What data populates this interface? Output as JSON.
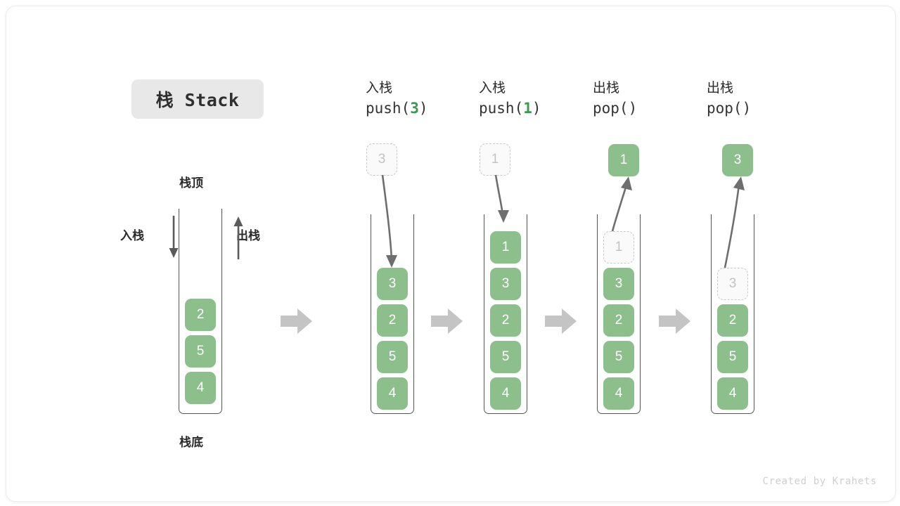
{
  "title_chip": {
    "label": "栈 Stack"
  },
  "labels": {
    "top": "栈顶",
    "bottom": "栈底",
    "push": "入栈",
    "pop": "出栈"
  },
  "credit": "Created by Krahets",
  "colors": {
    "element_fill": "#8cbf8c",
    "element_text": "#ffffff",
    "ghost_fill": "#fafafa",
    "ghost_border": "#c9c9c9",
    "ghost_text": "#c3c3c3",
    "container_border": "#555555",
    "block_arrow": "#c4c4c4",
    "motion_arrow": "#6e6e6e",
    "accent_green": "#38994f",
    "chip_bg": "#e8e8e8",
    "text": "#2b2b2b"
  },
  "steps": [
    {
      "id": "initial",
      "header_cn": "",
      "header_fn": "",
      "header_arg": "",
      "stack": [
        "2",
        "5",
        "4"
      ],
      "ghost_index": -1,
      "floating": null
    },
    {
      "id": "push-3",
      "header_cn": "入栈",
      "header_fn_prefix": "push(",
      "header_arg": "3",
      "header_fn_suffix": ")",
      "stack": [
        "3",
        "2",
        "5",
        "4"
      ],
      "ghost_index": -1,
      "floating": {
        "value": "3",
        "style": "ghost"
      },
      "motion": "down"
    },
    {
      "id": "push-1",
      "header_cn": "入栈",
      "header_fn_prefix": "push(",
      "header_arg": "1",
      "header_fn_suffix": ")",
      "stack": [
        "1",
        "3",
        "2",
        "5",
        "4"
      ],
      "ghost_index": -1,
      "floating": {
        "value": "1",
        "style": "ghost"
      },
      "motion": "down"
    },
    {
      "id": "pop-1",
      "header_cn": "出栈",
      "header_fn_prefix": "pop(",
      "header_arg": "",
      "header_fn_suffix": ")",
      "stack": [
        "1",
        "3",
        "2",
        "5",
        "4"
      ],
      "ghost_index": 0,
      "floating": {
        "value": "1",
        "style": "filled"
      },
      "motion": "up"
    },
    {
      "id": "pop-3",
      "header_cn": "出栈",
      "header_fn_prefix": "pop(",
      "header_arg": "",
      "header_fn_suffix": ")",
      "stack": [
        "",
        "3",
        "2",
        "5",
        "4"
      ],
      "ghost_index": 1,
      "floating": {
        "value": "3",
        "style": "filled"
      },
      "motion": "up"
    }
  ],
  "step_values": {
    "s0": {
      "e0": "2",
      "e1": "5",
      "e2": "4"
    },
    "s1": {
      "e0": "3",
      "e1": "2",
      "e2": "5",
      "e3": "4",
      "float": "3"
    },
    "s2": {
      "e0": "1",
      "e1": "3",
      "e2": "2",
      "e3": "5",
      "e4": "4",
      "float": "1"
    },
    "s3": {
      "e0": "1",
      "e1": "3",
      "e2": "2",
      "e3": "5",
      "e4": "4",
      "float": "1"
    },
    "s4": {
      "e1": "3",
      "e2": "2",
      "e3": "5",
      "e4": "4",
      "float": "3"
    }
  },
  "headers": {
    "h1": {
      "cn": "入栈",
      "fn_pre": "push(",
      "arg": "3",
      "fn_post": ")"
    },
    "h2": {
      "cn": "入栈",
      "fn_pre": "push(",
      "arg": "1",
      "fn_post": ")"
    },
    "h3": {
      "cn": "出栈",
      "fn_pre": "pop(",
      "arg": "",
      "fn_post": ")"
    },
    "h4": {
      "cn": "出栈",
      "fn_pre": "pop(",
      "arg": "",
      "fn_post": ")"
    }
  }
}
